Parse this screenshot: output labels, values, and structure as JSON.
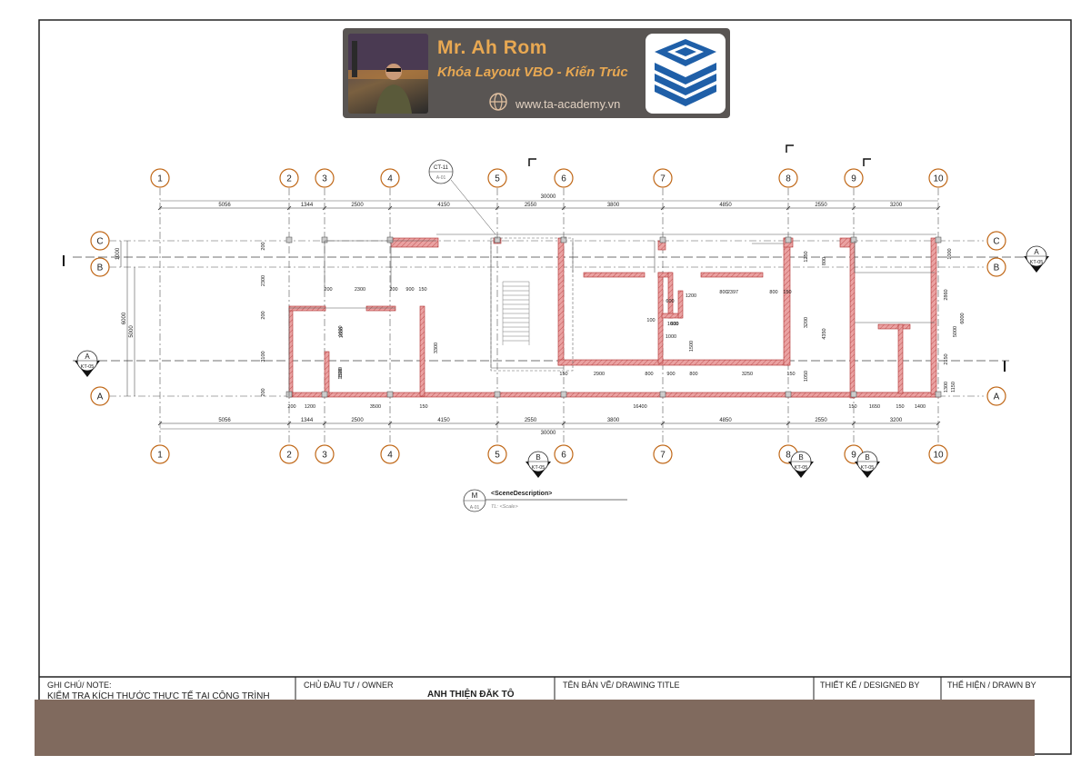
{
  "banner": {
    "name": "Mr. Ah Rom",
    "course": "Khóa Layout VBO - Kiến Trúc",
    "website": "www.ta-academy.vn",
    "photo_icon": "portrait-photo",
    "logo_icon": "stacked-layers-logo",
    "globe_icon": "globe-icon",
    "background_color": "#595553",
    "accent_color": "#e8a852",
    "logo_color": "#1f5fa8"
  },
  "grid_x": {
    "labels": [
      "1",
      "2",
      "3",
      "4",
      "5",
      "6",
      "7",
      "8",
      "9",
      "10"
    ],
    "dims": [
      "5056",
      "1344",
      "2500",
      "4150",
      "2550",
      "3800",
      "4850",
      "2550",
      "3200"
    ],
    "overall": "30000",
    "bottom_overall": "30000"
  },
  "grid_y": {
    "labels": [
      "C",
      "B",
      "A"
    ],
    "dims_left": [
      "1000",
      "6000",
      "5000",
      "200",
      "2300",
      "200",
      "3100",
      "1600",
      "1500",
      "200"
    ],
    "dims_right": [
      "1000",
      "6000",
      "2860",
      "5000",
      "2150",
      "1250",
      "800",
      "3200",
      "4350",
      "1050",
      "1300",
      "1150"
    ]
  },
  "interior_dims": {
    "top_row": [
      "200",
      "2300",
      "200",
      "900",
      "150"
    ],
    "mid_row": [
      "600",
      "1200",
      "1000",
      "800",
      "2397",
      "800",
      "150",
      "600",
      "100",
      "1000"
    ],
    "bottom_inner": [
      "150",
      "2900",
      "800",
      "900",
      "800",
      "3250",
      "150"
    ],
    "bottom_row": [
      "200",
      "1200",
      "3500",
      "150",
      "16400",
      "150",
      "1650",
      "150",
      "1400"
    ],
    "left_vert": [
      "3300",
      "1600",
      "1500",
      "1500"
    ]
  },
  "tags": {
    "callout": {
      "code": "CT-11",
      "sheet": "A-01"
    },
    "section_right": {
      "letter": "A",
      "sheet": "KT-05"
    },
    "section_left": {
      "letter": "A",
      "sheet": "KT-05"
    },
    "sections_bottom": [
      {
        "letter": "B",
        "sheet": "KT-05"
      },
      {
        "letter": "B",
        "sheet": "KT-05"
      },
      {
        "letter": "B",
        "sheet": "KT-05"
      }
    ],
    "view": {
      "letter": "M",
      "sheet": "A-01",
      "title": "<SceneDescription>",
      "scale": "TL: <Scale>"
    }
  },
  "title_block": {
    "note_label": "GHI CHÚ/ NOTE:",
    "note_text": "KIỂM TRA KÍCH THƯỚC THỰC TẾ TẠI CÔNG TRÌNH",
    "owner_label": "CHỦ ĐẦU TƯ / OWNER",
    "owner_name": "ANH THIỆN ĐĂK TÔ",
    "drawing_title_label": "TÊN BẢN VẼ/ DRAWING TITLE",
    "designed_label": "THIẾT KẾ / DESIGNED BY",
    "drawn_label": "THỂ HIỆN / DRAWN BY"
  },
  "colors": {
    "wall_fill": "#e89a9a",
    "wall_stroke": "#b03030",
    "grid_circle": "#c06818",
    "bottom_bar": "#806a5e"
  }
}
